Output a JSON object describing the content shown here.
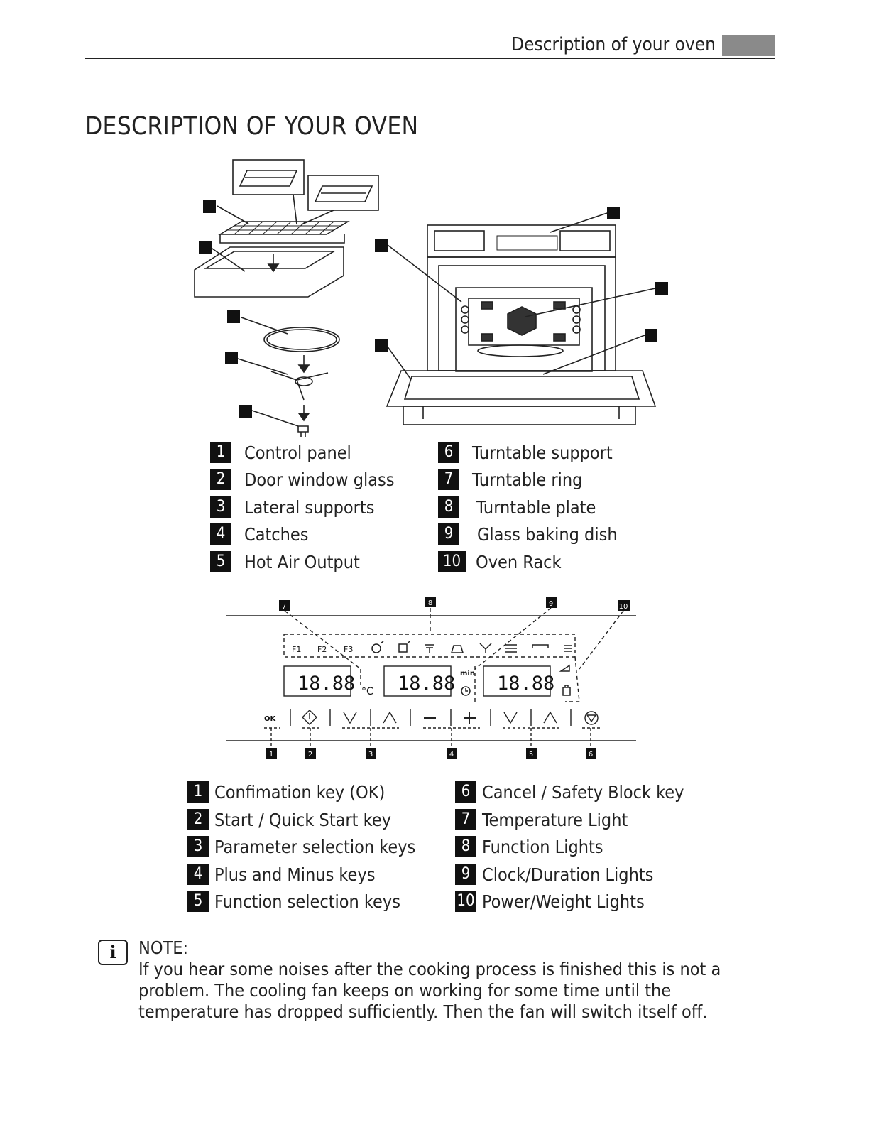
{
  "header": {
    "section": "Description of your oven"
  },
  "title": "DESCRIPTION OF YOUR OVEN",
  "oven_legend_left": [
    {
      "num": "1",
      "label": "Control panel"
    },
    {
      "num": "2",
      "label": "Door window glass"
    },
    {
      "num": "3",
      "label": "Lateral supports"
    },
    {
      "num": "4",
      "label": "Catches"
    },
    {
      "num": "5",
      "label": "Hot Air Output"
    }
  ],
  "oven_legend_right": [
    {
      "num": "6",
      "label": "Turntable support"
    },
    {
      "num": "7",
      "label": "Turntable ring"
    },
    {
      "num": "8",
      "label": "Turntable plate"
    },
    {
      "num": "9",
      "label": "Glass baking dish"
    },
    {
      "num": "10",
      "label": "Oven Rack"
    }
  ],
  "panel": {
    "func_labels": [
      "F1",
      "F2",
      "F3"
    ],
    "display": "18.88",
    "unit_c": "°C",
    "unit_min": "min",
    "ok": "OK",
    "callouts_top": [
      "7",
      "8",
      "9",
      "10"
    ],
    "callouts_bottom": [
      "1",
      "2",
      "3",
      "4",
      "5",
      "6"
    ]
  },
  "panel_legend_left": [
    {
      "num": "1",
      "label": "Confimation key (OK)"
    },
    {
      "num": "2",
      "label": "Start / Quick Start key"
    },
    {
      "num": "3",
      "label": "Parameter selection keys"
    },
    {
      "num": "4",
      "label": "Plus and Minus keys"
    },
    {
      "num": "5",
      "label": "Function selection keys"
    }
  ],
  "panel_legend_right": [
    {
      "num": "6",
      "label": "Cancel / Safety Block key"
    },
    {
      "num": "7",
      "label": "Temperature Light"
    },
    {
      "num": "8",
      "label": "Function Lights"
    },
    {
      "num": "9",
      "label": "Clock/Duration Lights"
    },
    {
      "num": "10",
      "label": "Power/Weight Lights"
    }
  ],
  "note": {
    "title": "NOTE:",
    "body": "If you hear some noises after the cooking process is finished this is not a problem. The cooling fan keeps on working for some time until the temperature has dropped sufficiently. Then the fan will switch itself off."
  }
}
